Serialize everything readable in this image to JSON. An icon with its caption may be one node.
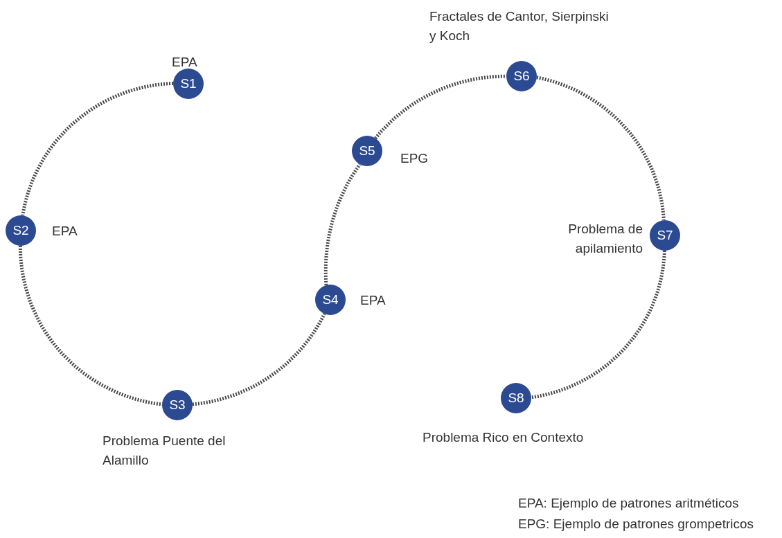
{
  "diagram": {
    "nodes": [
      {
        "text": [
          "S1"
        ],
        "beside": [
          "EPA"
        ]
      },
      {
        "text": [
          "S2"
        ],
        "beside": [
          "EPA"
        ]
      },
      {
        "text": [
          "S3"
        ],
        "beside": [
          "Problema Puente del Alamillo"
        ]
      },
      {
        "text": [
          "S4"
        ],
        "beside": [
          "EPA"
        ]
      },
      {
        "text": [
          "S5"
        ],
        "beside": [
          "EPG"
        ]
      },
      {
        "text": [
          "S6"
        ],
        "beside": [
          "Fractales de Cantor, Sierpinski y Koch"
        ]
      },
      {
        "text": [
          "S7"
        ],
        "beside": [
          "Problema de apilamiento"
        ]
      },
      {
        "text": [
          "S8"
        ],
        "beside": [
          "Problema Rico en Contexto"
        ]
      }
    ],
    "edges": [
      {
        "from": 0,
        "to": 1,
        "arrow": "none",
        "style": "dashed"
      },
      {
        "from": 1,
        "to": 2,
        "arrow": "none",
        "style": "dashed"
      },
      {
        "from": 2,
        "to": 3,
        "arrow": "none",
        "style": "dashed"
      },
      {
        "from": 3,
        "to": 4,
        "arrow": "none",
        "style": "dashed"
      },
      {
        "from": 4,
        "to": 5,
        "arrow": "none",
        "style": "dashed"
      },
      {
        "from": 5,
        "to": 6,
        "arrow": "none",
        "style": "dashed"
      },
      {
        "from": 6,
        "to": 7,
        "arrow": "none",
        "style": "dashed"
      }
    ],
    "labels": [
      "EPA: Ejemplo de patrones aritméticos",
      "EPG: Ejemplo de patrones grompetricos"
    ]
  }
}
